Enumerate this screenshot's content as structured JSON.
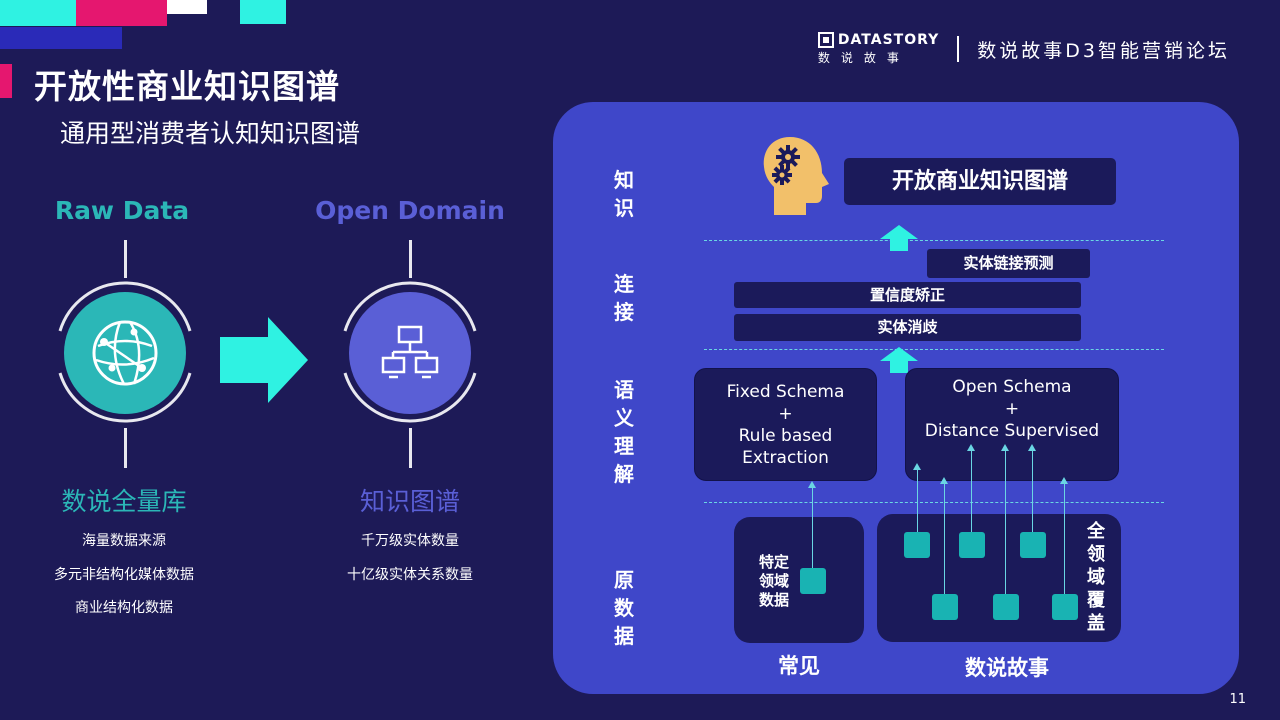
{
  "header": {
    "title": "开放性商业知识图谱",
    "subtitle": "通用型消费者认知知识图谱",
    "brand_en": "DATASTORY",
    "brand_cn": "数说故事",
    "brand_event": "数说故事D3智能营销论坛"
  },
  "left": {
    "raw": {
      "title": "Raw Data",
      "cn_title": "数说全量库",
      "items": [
        "海量数据来源",
        "多元非结构化媒体数据",
        "商业结构化数据"
      ]
    },
    "open": {
      "title": "Open Domain",
      "cn_title": "知识图谱",
      "items": [
        "千万级实体数量",
        "十亿级实体关系数量"
      ]
    }
  },
  "panel": {
    "rows": {
      "knowledge": "知\n识",
      "link": "连\n接",
      "semantic": "语\n义\n理\n解",
      "raw": "原\n数\n据"
    },
    "kg_box": "开放商业知识图谱",
    "link_boxes": [
      "实体链接预测",
      "置信度矫正",
      "实体消歧"
    ],
    "fixed_box": "Fixed Schema\n+\nRule based\nExtraction",
    "open_box": "Open Schema\n+\nDistance Supervised",
    "domain_label": "特定\n领域\n数据",
    "full_label": "全\n领\n域\n覆\n盖",
    "bottom_left": "常见",
    "bottom_right": "数说故事"
  },
  "page_number": "11",
  "colors": {
    "background": "#1d1a57",
    "teal": "#2bb7b7",
    "purple": "#5a5fd6",
    "panel": "#3f47c9",
    "dark_box": "#1b1a5a",
    "accent_cyan": "#2ff2e2",
    "accent_pink": "#e5176f"
  }
}
